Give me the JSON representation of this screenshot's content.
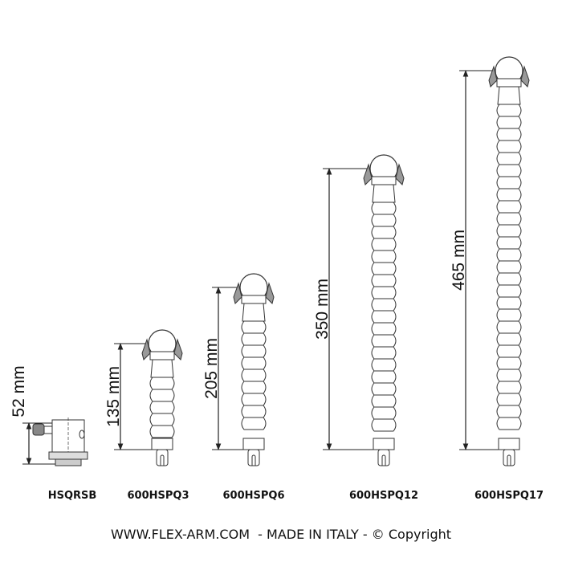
{
  "products": [
    {
      "name": "HSQRSB",
      "dimension": "52 mm",
      "type": "base"
    },
    {
      "name": "600HSPQ3",
      "dimension": "135 mm",
      "type": "arm"
    },
    {
      "name": "600HSPQ6",
      "dimension": "205 mm",
      "type": "arm"
    },
    {
      "name": "600HSPQ12",
      "dimension": "350 mm",
      "type": "arm"
    },
    {
      "name": "600HSPQ17",
      "dimension": "465 mm",
      "type": "arm"
    }
  ],
  "footer": {
    "text": "WWW.FLEX-ARM.COM  - MADE IN ITALY - © Copyright"
  },
  "colors": {
    "line": "#333333",
    "fill": "#ffffff"
  }
}
